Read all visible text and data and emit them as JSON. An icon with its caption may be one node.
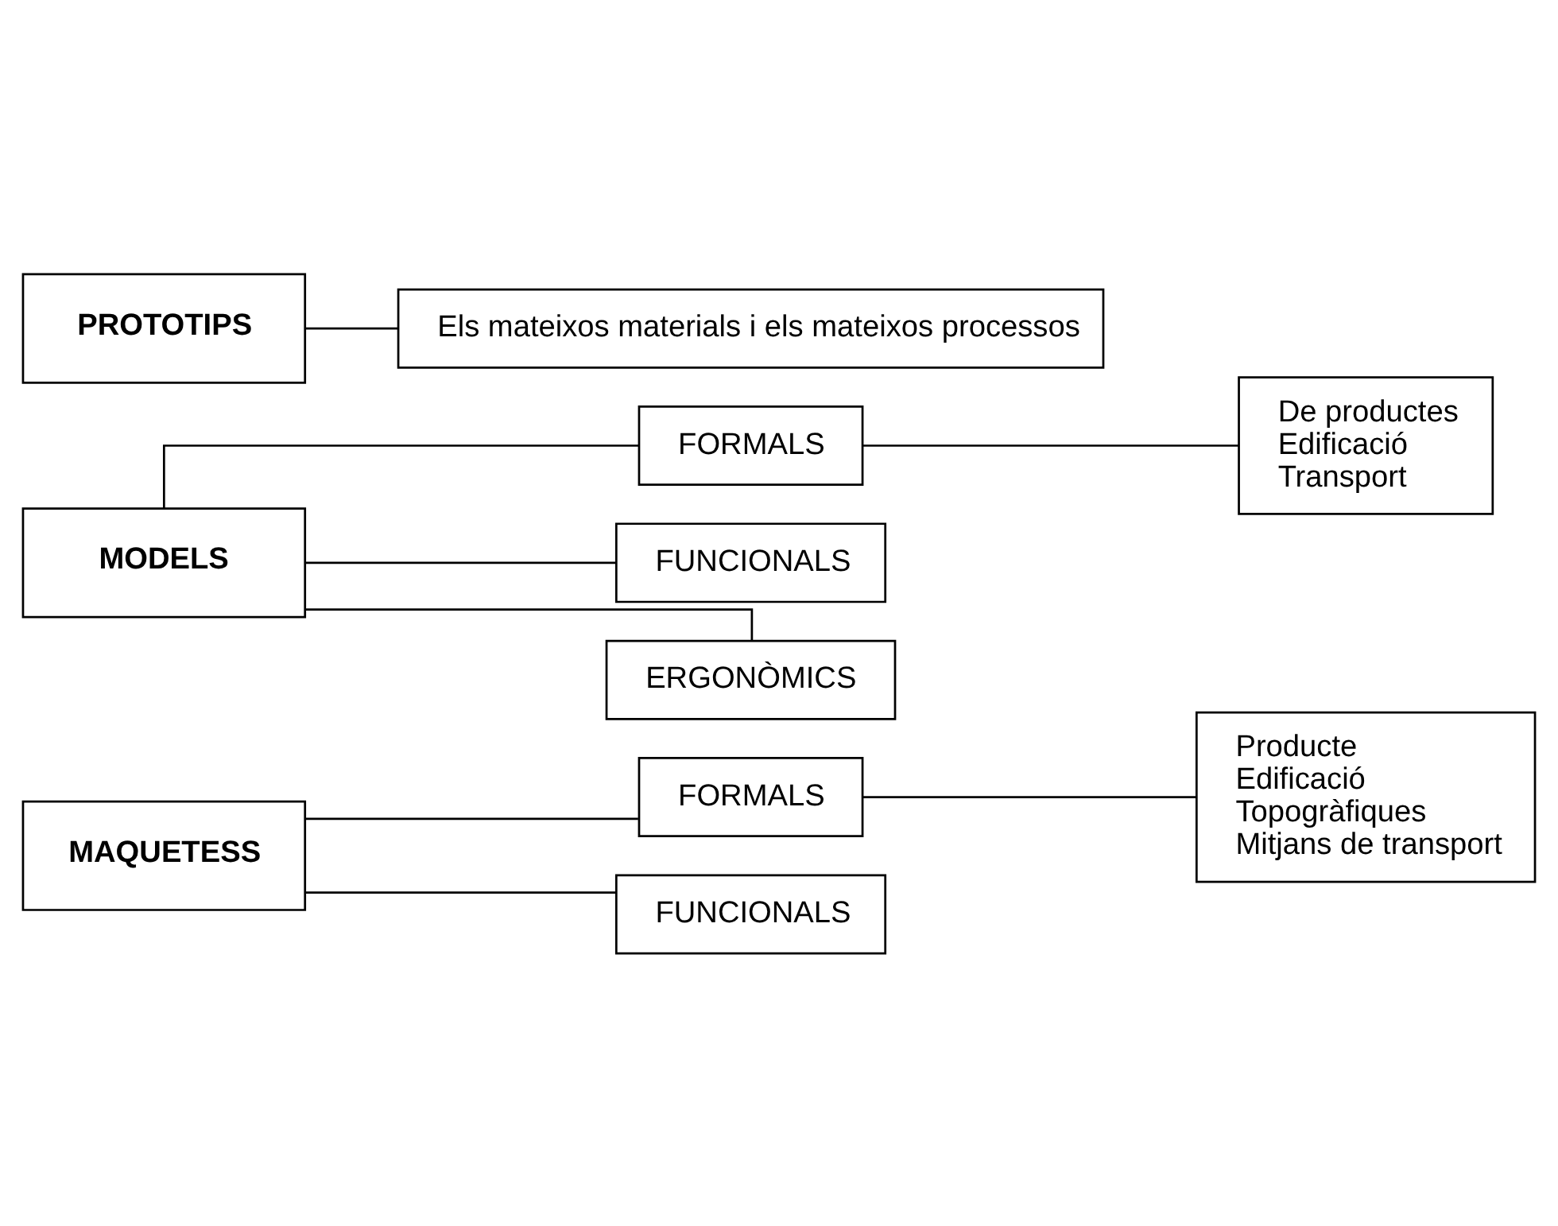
{
  "diagram": {
    "nodes": [
      {
        "text": [
          "MAQUETESS"
        ]
      },
      {
        "text": [
          "FORMALS"
        ]
      },
      {
        "text": [
          "FUNCIONALS"
        ]
      },
      {
        "text": [
          "Producte",
          "Edificació",
          "Topogràfiques",
          "Mitjans de transport"
        ]
      },
      {
        "text": [
          "MODELS"
        ]
      },
      {
        "text": [
          "FORMALS"
        ]
      },
      {
        "text": [
          "FUNCIONALS"
        ]
      },
      {
        "text": [
          "ERGONÒMICS"
        ]
      },
      {
        "text": [
          "De productes",
          "Edificació",
          "Transport"
        ]
      },
      {
        "text": [
          "PROTOTIPS"
        ]
      },
      {
        "text": [
          "Els mateixos materials i els mateixos processos"
        ]
      }
    ],
    "edges": [
      {
        "from": 0,
        "to": 1,
        "arrow": "none"
      },
      {
        "from": 0,
        "to": 2,
        "arrow": "none"
      },
      {
        "from": 1,
        "to": 3,
        "arrow": "none"
      },
      {
        "from": 4,
        "to": 5,
        "arrow": "none"
      },
      {
        "from": 4,
        "to": 6,
        "arrow": "none"
      },
      {
        "from": 4,
        "to": 7,
        "arrow": "none"
      },
      {
        "from": 5,
        "to": 8,
        "arrow": "none"
      },
      {
        "from": 9,
        "to": 10,
        "arrow": "none"
      }
    ]
  }
}
